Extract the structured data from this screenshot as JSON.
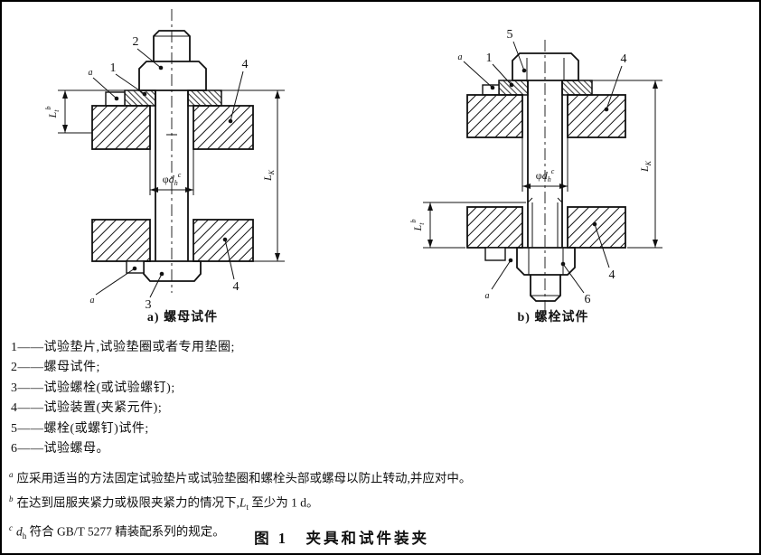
{
  "diagram_a": {
    "caption": "a) 螺母试件",
    "callouts": {
      "note_top": "a",
      "washer": "1",
      "nut": "2",
      "plate_top": "4",
      "note_bottom": "a",
      "bolt": "3",
      "plate_bottom": "4"
    }
  },
  "diagram_b": {
    "caption": "b) 螺栓试件",
    "callouts": {
      "note_top": "a",
      "washer": "1",
      "bolt": "5",
      "plate_top": "4",
      "plate_bottom": "4",
      "nut": "6",
      "note_bottom": "a"
    }
  },
  "dims": {
    "lt": {
      "base": "L",
      "sub": "t",
      "sup": "b"
    },
    "dh": {
      "phi": "φ",
      "base": "d",
      "sub": "h",
      "sup": "c"
    },
    "lk": {
      "base": "L",
      "sub": "K"
    }
  },
  "legend": {
    "dash": "——",
    "items": [
      {
        "num": "1",
        "text": "试验垫片,试验垫圈或者专用垫圈;"
      },
      {
        "num": "2",
        "text": "螺母试件;"
      },
      {
        "num": "3",
        "text": "试验螺栓(或试验螺钉);"
      },
      {
        "num": "4",
        "text": "试验装置(夹紧元件);"
      },
      {
        "num": "5",
        "text": "螺栓(或螺钉)试件;"
      },
      {
        "num": "6",
        "text": "试验螺母。"
      }
    ]
  },
  "footnotes": {
    "a": {
      "marker": "a",
      "text": "应采用适当的方法固定试验垫片或试验垫圈和螺栓头部或螺母以防止转动,并应对中。"
    },
    "b": {
      "marker": "b",
      "pre": "在达到屈服夹紧力或极限夹紧力的情况下,",
      "sym": "L",
      "sym_sub": "t",
      "post": " 至少为 1 d。"
    },
    "c": {
      "marker": "c",
      "sym": "d",
      "sym_sub": "h",
      "post": " 符合 GB/T 5277 精装配系列的规定。"
    }
  },
  "title": "图 1　夹具和试件装夹"
}
